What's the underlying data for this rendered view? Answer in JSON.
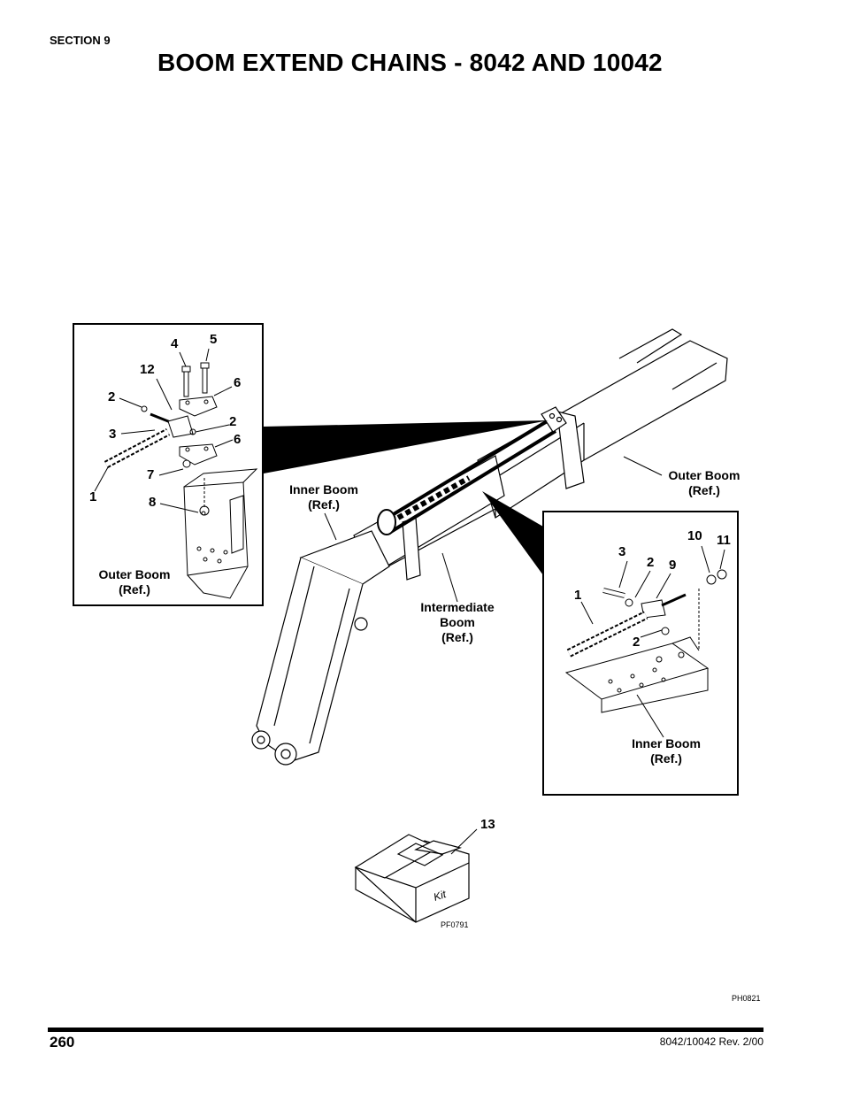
{
  "header": {
    "section": "SECTION 9",
    "title": "BOOM EXTEND CHAINS - 8042 AND 10042"
  },
  "labels": {
    "left_inset_outer_boom": "Outer Boom\n(Ref.)",
    "inner_boom_main": "Inner Boom\n(Ref.)",
    "outer_boom_main": "Outer Boom\n(Ref.)",
    "intermediate_boom": "Intermediate\nBoom\n(Ref.)",
    "right_inset_inner_boom": "Inner Boom\n(Ref.)"
  },
  "callouts": {
    "left_4": "4",
    "left_5": "5",
    "left_12": "12",
    "left_6a": "6",
    "left_2a": "2",
    "left_2b": "2",
    "left_3": "3",
    "left_6b": "6",
    "left_7": "7",
    "left_1": "1",
    "left_8": "8",
    "right_10": "10",
    "right_11": "11",
    "right_3": "3",
    "right_2a": "2",
    "right_9": "9",
    "right_1": "1",
    "right_2b": "2",
    "kit_13": "13"
  },
  "kit_box": {
    "text": "Kit",
    "code": "PF0791"
  },
  "figure_code": "PH0821",
  "footer": {
    "page": "260",
    "revision": "8042/10042 Rev. 2/00"
  }
}
